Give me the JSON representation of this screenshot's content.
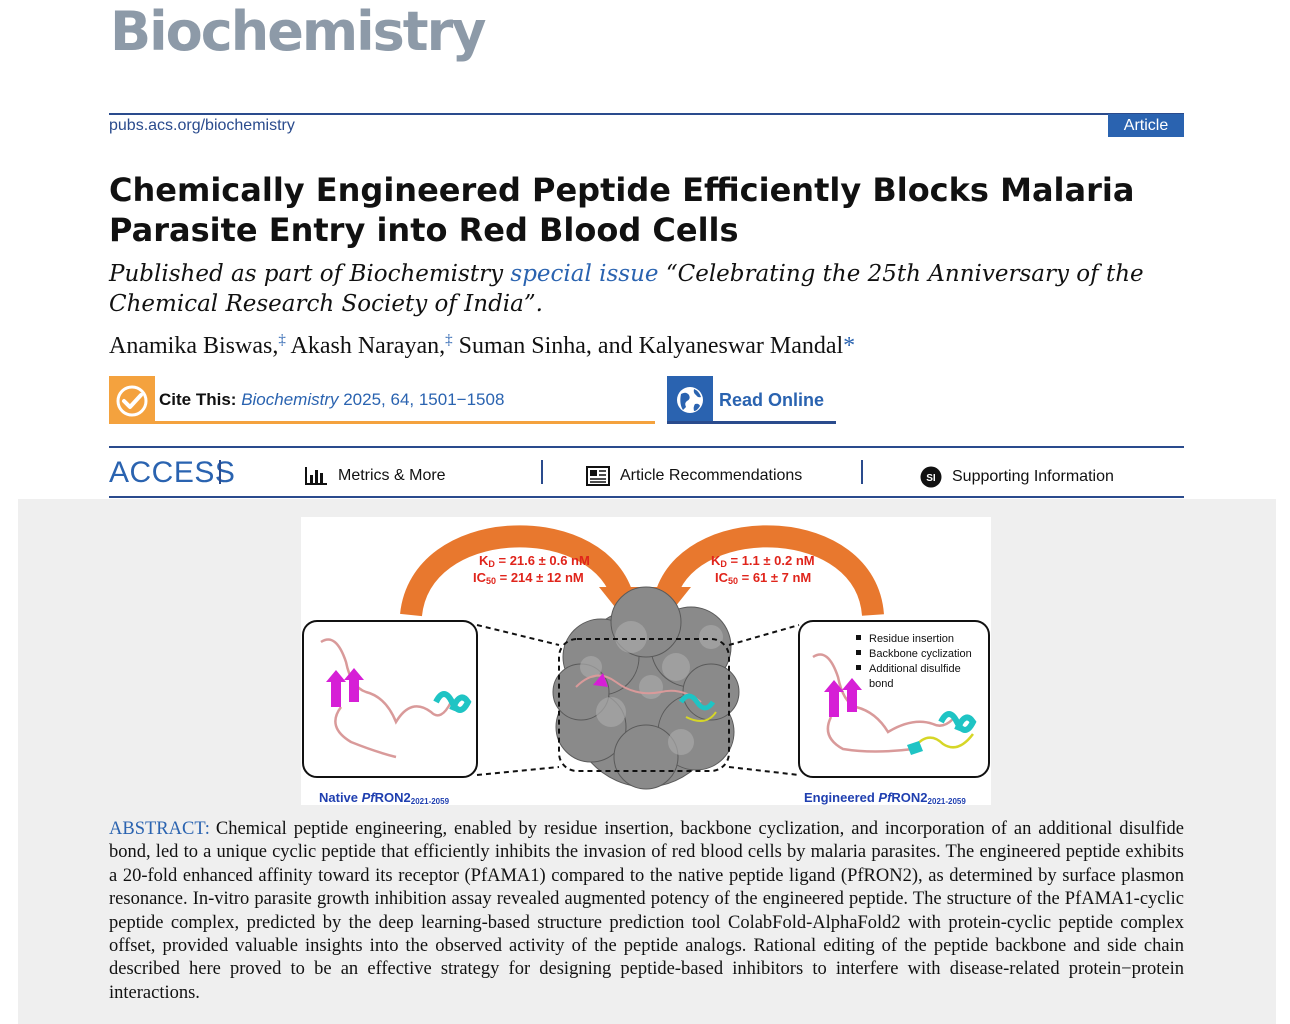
{
  "journal": {
    "logo": "Biochemistry",
    "url": "pubs.acs.org/biochemistry",
    "article_type": "Article"
  },
  "title": "Chemically Engineered Peptide Efficiently Blocks Malaria Parasite Entry into Red Blood Cells",
  "special_issue": {
    "prefix": "Published as part of Biochemistry ",
    "link": "special issue",
    "suffix": " “Celebrating the 25th Anniversary of the Chemical Research Society of India”."
  },
  "authors": [
    {
      "name": "Anamika Biswas,",
      "mark": "‡"
    },
    {
      "name": " Akash Narayan,",
      "mark": "‡"
    },
    {
      "name": " Suman Sinha, and Kalyaneswar Mandal",
      "mark": "*"
    }
  ],
  "cite": {
    "label": "Cite This:",
    "journal": "Biochemistry",
    "ref": " 2025, 64, 1501−1508",
    "icon": "check-circle-icon"
  },
  "read_online": {
    "label": "Read Online",
    "icon": "globe-icon"
  },
  "access": {
    "label": "ACCESS",
    "items": [
      {
        "label": "Metrics & More",
        "icon": "bar-chart-icon"
      },
      {
        "label": "Article Recommendations",
        "icon": "newspaper-icon"
      },
      {
        "label": "Supporting Information",
        "icon": "si-badge-icon"
      }
    ]
  },
  "toc_graphic": {
    "left_kd": "K",
    "left_kd_sub": "D",
    "left_kd_val": " = 21.6 ± 0.6 nM",
    "left_ic": "IC",
    "left_ic_sub": "50",
    "left_ic_val": " = 214 ± 12 nM",
    "right_kd": "K",
    "right_kd_sub": "D",
    "right_kd_val": " = 1.1 ± 0.2 nM",
    "right_ic": "IC",
    "right_ic_sub": "50",
    "right_ic_val": " = 61 ± 7 nM",
    "modifications": [
      "Residue insertion",
      "Backbone cyclization",
      "Additional disulfide",
      "bond"
    ],
    "native_label": "Native ",
    "native_italic": "Pf",
    "native_name": "RON2",
    "native_sub": "2021-2059",
    "engineered_label": "Engineered ",
    "engineered_italic": "Pf",
    "engineered_name": "RON2",
    "engineered_sub": "2021-2059",
    "colors": {
      "arrow": "#e8782e",
      "values": "#e0241b",
      "labels": "#1f3fb0",
      "strand": "#d61fd6",
      "helix": "#1fc4c4",
      "coil": "#d99a9a",
      "surface": "#8a8a8a"
    }
  },
  "abstract": {
    "heading": "ABSTRACT:",
    "text": "Chemical peptide engineering, enabled by residue insertion, backbone cyclization, and incorporation of an additional disulfide bond, led to a unique cyclic peptide that efficiently inhibits the invasion of red blood cells by malaria parasites. The engineered peptide exhibits a 20-fold enhanced affinity toward its receptor (PfAMA1) compared to the native peptide ligand (PfRON2), as determined by surface plasmon resonance. In-vitro parasite growth inhibition assay revealed augmented potency of the engineered peptide. The structure of the PfAMA1-cyclic peptide complex, predicted by the deep learning-based structure prediction tool ColabFold-AlphaFold2 with protein-cyclic peptide complex offset, provided valuable insights into the observed activity of the peptide analogs. Rational editing of the peptide backbone and side chain described here proved to be an effective strategy for designing peptide-based inhibitors to interfere with disease-related protein−protein interactions."
  }
}
